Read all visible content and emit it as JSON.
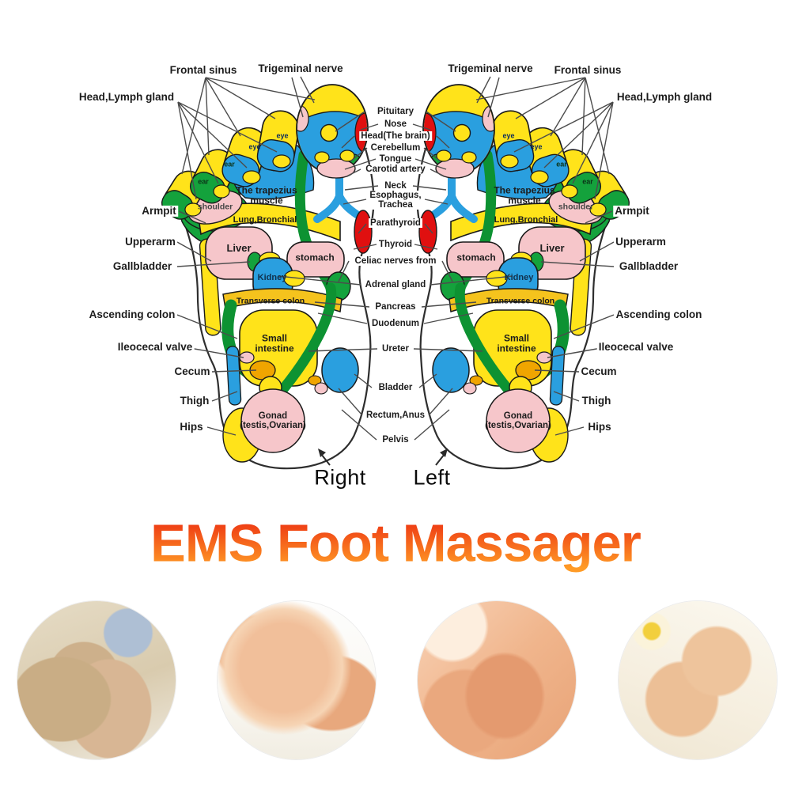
{
  "diagram": {
    "labels": {
      "head_lymph_gland": "Head,Lymph gland",
      "frontal_sinus": "Frontal sinus",
      "trigeminal_nerve": "Trigeminal nerve",
      "armpit": "Armpit",
      "upperarm": "Upperarm",
      "gallbladder": "Gallbladder",
      "ascending_colon": "Ascending colon",
      "ileocecal_valve": "Ileocecal valve",
      "cecum": "Cecum",
      "thigh": "Thigh",
      "hips": "Hips"
    },
    "center_labels": {
      "pituitary": "Pituitary",
      "nose": "Nose",
      "head_brain": "Head(The brain)",
      "cerebellum": "Cerebellum",
      "tongue": "Tongue",
      "carotid_artery": "Carotid artery",
      "neck": "Neck",
      "esophagus_trachea": "Esophagus,\nTrachea",
      "parathyroid": "Parathyroid",
      "thyroid": "Thyroid",
      "celiac_nerves": "Celiac nerves from",
      "adrenal_gland": "Adrenal gland",
      "pancreas": "Pancreas",
      "duodenum": "Duodenum",
      "ureter": "Ureter",
      "bladder": "Bladder",
      "rectum_anus": "Rectum,Anus",
      "pelvis": "Pelvis"
    },
    "zone_labels": {
      "eye": "eye",
      "ear": "ear",
      "shoulder": "shoulder",
      "trapezius": "The trapezius\nmuscle",
      "lung_bronchial": "Lung,Bronchial",
      "liver": "Liver",
      "stomach": "stomach",
      "kidney": "Kidney",
      "transverse_colon": "Transverse colon",
      "small_intestine": "Small\nintestine",
      "gonad": "Gonad\n(testis,Ovarian)"
    },
    "foot_names": {
      "right": "Right",
      "left": "Left"
    }
  },
  "title": {
    "text": "EMS Foot Massager"
  },
  "colors": {
    "zone-yellow": "#ffe31a",
    "zone-blue": "#2a9fdf",
    "zone-green": "#14a23c",
    "zone-green-dark": "#0d9232",
    "zone-pink": "#f6c6ca",
    "zone-red": "#e01010",
    "zone-orange": "#f0a500",
    "zone-band": "#f5c31d",
    "outline": "#2e2e2e",
    "label": "#1c1c1c",
    "line": "#4c4c4c",
    "title-top": "#ee3a14",
    "title-bottom": "#ff9b26"
  }
}
